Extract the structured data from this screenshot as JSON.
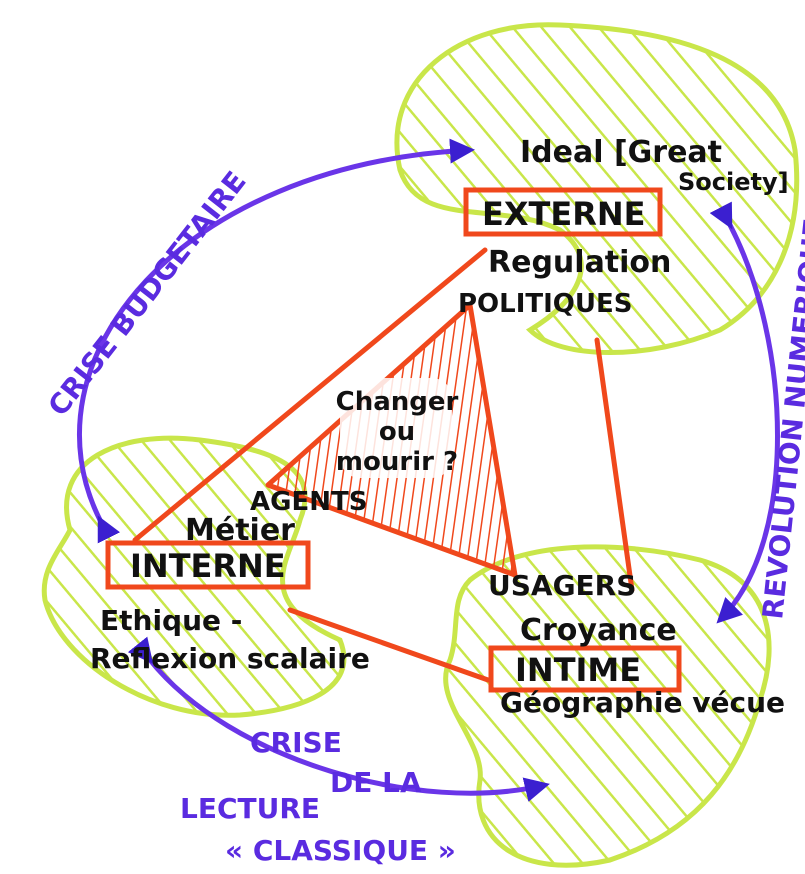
{
  "colors": {
    "ink": "#111111",
    "red": "#f0481c",
    "violet": "#6a35e8",
    "green": "#c9e64a"
  },
  "poles": {
    "externe": {
      "lines": [
        "Ideal [Great",
        "Society]"
      ],
      "box": "EXTERNE",
      "subtitle": [
        "Regulation",
        "POLITIQUES"
      ]
    },
    "interne": {
      "header": "AGENTS",
      "title": "Métier",
      "box": "INTERNE",
      "subtitle": [
        "Ethique -",
        "Reflexion scalaire"
      ]
    },
    "intime": {
      "header": "USAGERS",
      "title": "Croyance",
      "box": "INTIME",
      "subtitle": "Géographie vécue"
    }
  },
  "center": [
    "Changer",
    "ou",
    "mourir ?"
  ],
  "arrows": {
    "left": "CRISE BUDGETAIRE",
    "right": "REVOLUTION NUMERIQUE",
    "bottom": [
      "CRISE",
      "DE LA",
      "LECTURE",
      "« CLASSIQUE »"
    ]
  }
}
